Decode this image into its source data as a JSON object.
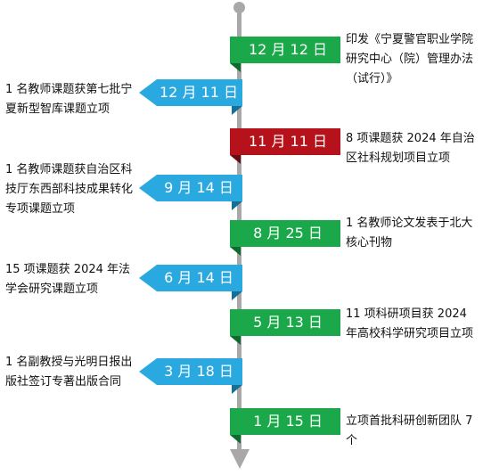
{
  "events": [
    {
      "date": "12 月 12 日",
      "text": "印发《宁夏警官职业学院研究中心（院）管理办法（试行）》",
      "side": "right",
      "color": "green"
    },
    {
      "date": "12 月 11 日",
      "text": "1 名教师课题获第七批宁夏新型智库课题立项",
      "side": "left",
      "color": "blue"
    },
    {
      "date": "11 月 11 日",
      "text": "8 项课题获 2024 年自治区社科规划项目立项",
      "side": "right",
      "color": "red"
    },
    {
      "date": "9 月 14 日",
      "text": "1 名教师课题获自治区科技厅东西部科技成果转化专项课题立项",
      "side": "left",
      "color": "blue"
    },
    {
      "date": "8 月 25 日",
      "text": "1 名教师论文发表于北大核心刊物",
      "side": "right",
      "color": "green"
    },
    {
      "date": "6 月 14 日",
      "text": "15 项课题获 2024 年法学会研究课题立项",
      "side": "left",
      "color": "blue"
    },
    {
      "date": "5 月 13 日",
      "text": "11 项科研项目获 2024 年高校科学研究项目立项",
      "side": "right",
      "color": "green"
    },
    {
      "date": "3 月 18 日",
      "text": "1 名副教授与光明日报出版社签订专著出版合同",
      "side": "left",
      "color": "blue"
    },
    {
      "date": "1 月 15 日",
      "text": "立项首批科研创新团队 7 个",
      "side": "right",
      "color": "green"
    }
  ]
}
